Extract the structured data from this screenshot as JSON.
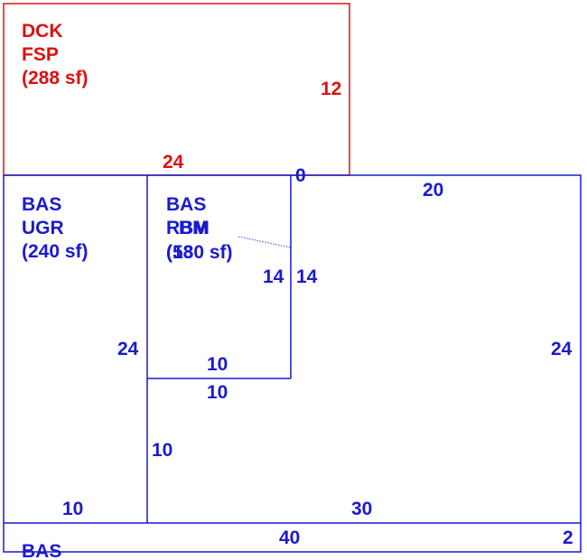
{
  "colors": {
    "deck": "#dd1111",
    "basement": "#1a1ad0"
  },
  "areas": {
    "dck_fsp": {
      "code": "DCK",
      "subcode": "FSP",
      "area": "(288 sf)"
    },
    "bas_ugr": {
      "code": "BAS",
      "subcode": "UGR",
      "area": "(240 sf)"
    },
    "bas_rbm": {
      "code": "BAS",
      "subcode_1": "RBM",
      "subcode_2": "BM",
      "area_1": "(580 sf)",
      "area_2": "(13"
    },
    "bas_bottom": {
      "code": "BAS"
    }
  },
  "dimensions": {
    "deck_top_right": "12",
    "deck_bottom": "24",
    "junction_zero": "0",
    "right_top": "20",
    "inner_left_14": "14",
    "inner_right_14": "14",
    "ugr_right_24": "24",
    "right_side_24": "24",
    "inner_bottom_10": "10",
    "step_10": "10",
    "lower_left_10": "10",
    "ugr_bottom_10": "10",
    "main_bottom_30": "30",
    "strip_40": "40",
    "strip_2": "2"
  }
}
